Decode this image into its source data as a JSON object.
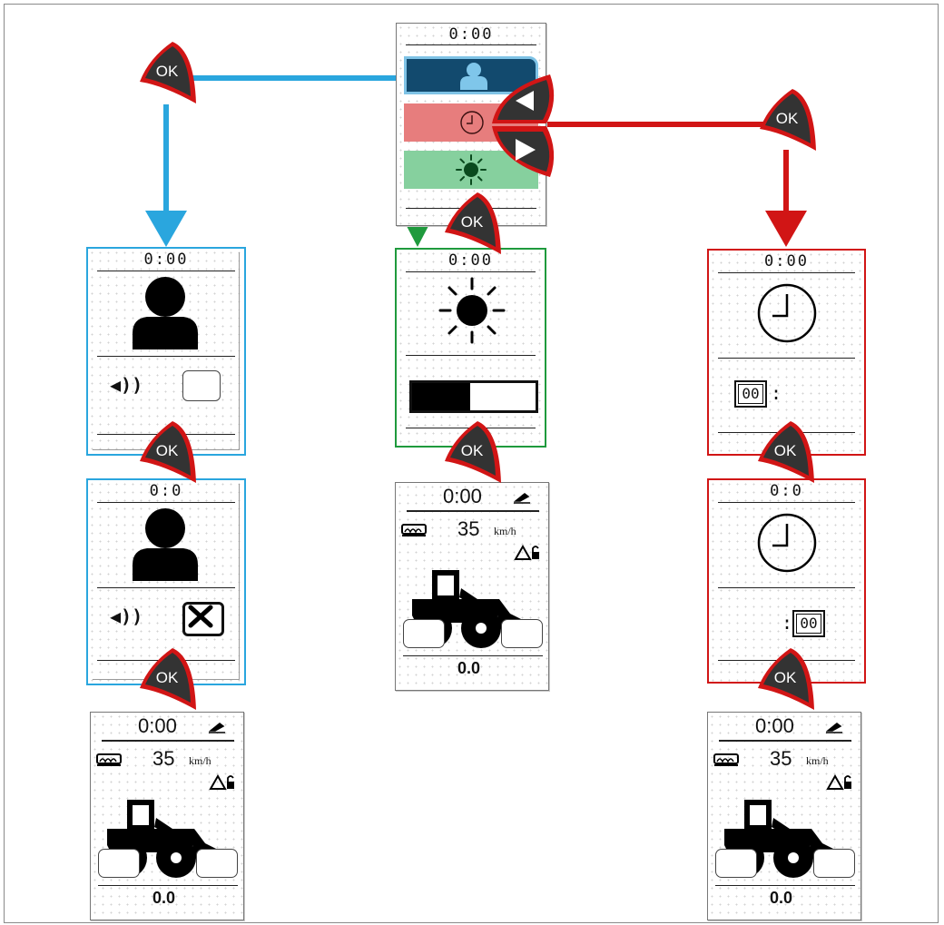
{
  "colors": {
    "blue": "#2aa6de",
    "green": "#1f9a3d",
    "red": "#d11515",
    "button_fill": "#333333",
    "button_rim": "#d11515"
  },
  "main_menu": {
    "time": "0:00",
    "items": [
      {
        "icon": "user-icon",
        "state": "selected"
      },
      {
        "icon": "clock-icon"
      },
      {
        "icon": "sun-icon"
      }
    ]
  },
  "buttons": {
    "ok_label": "OK",
    "left_icon": "arrow-left-icon",
    "right_icon": "arrow-right-icon"
  },
  "user_screen": {
    "time": "0:00",
    "sound_checkbox": "unchecked"
  },
  "user_screen_checked": {
    "time": "0:0",
    "sound_checkbox": "checked"
  },
  "brightness_screen": {
    "time": "0:00",
    "level": 0.47
  },
  "clock_hours_screen": {
    "time": "0:00",
    "hours": "00",
    "colon": ":"
  },
  "clock_minutes_screen": {
    "time": "0:0",
    "minutes": "00",
    "colon": ":"
  },
  "operating_screen": {
    "time": "0:00",
    "speed": "35",
    "speed_unit": "km/h",
    "odometer": "0.0"
  }
}
